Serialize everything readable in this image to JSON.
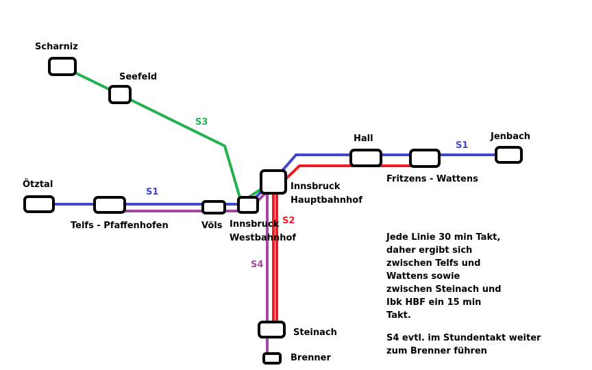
{
  "colors": {
    "S1": "#3f48cc",
    "S2": "#ed1c24",
    "S3": "#22b14c",
    "S4": "#a349a4"
  },
  "lines": {
    "S1": "S1",
    "S2": "S2",
    "S3": "S3",
    "S4": "S4"
  },
  "stations": {
    "scharniz": "Scharniz",
    "seefeld": "Seefeld",
    "oetztal": "Ötztal",
    "telfs": "Telfs - Pfaffenhofen",
    "voels": "Völs",
    "westbahnhof_line1": "Innsbruck",
    "westbahnhof_line2": "Westbahnhof",
    "hbf_line1": "Innsbruck",
    "hbf_line2": "Hauptbahnhof",
    "hall": "Hall",
    "fritzens": "Fritzens - Wattens",
    "jenbach": "Jenbach",
    "steinach": "Steinach",
    "brenner": "Brenner"
  },
  "notes": {
    "takt": "Jede Linie 30 min Takt,\ndaher ergibt sich\nzwischen Telfs und\nWattens sowie\nzwischen Steinach und\nIbk HBF ein 15 min\nTakt.",
    "s4": "S4 evtl. im Stundentakt weiter\nzum Brenner führen"
  }
}
